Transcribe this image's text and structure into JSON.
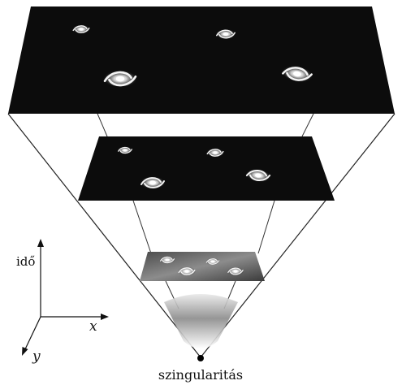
{
  "labels": {
    "time_axis": "idő",
    "x_axis": "x",
    "y_axis": "y",
    "origin": "szingularitás"
  },
  "colors": {
    "ink": "#111111",
    "slice_background": "#0c0c0c",
    "galaxy_glow": "#f2f2f2"
  }
}
